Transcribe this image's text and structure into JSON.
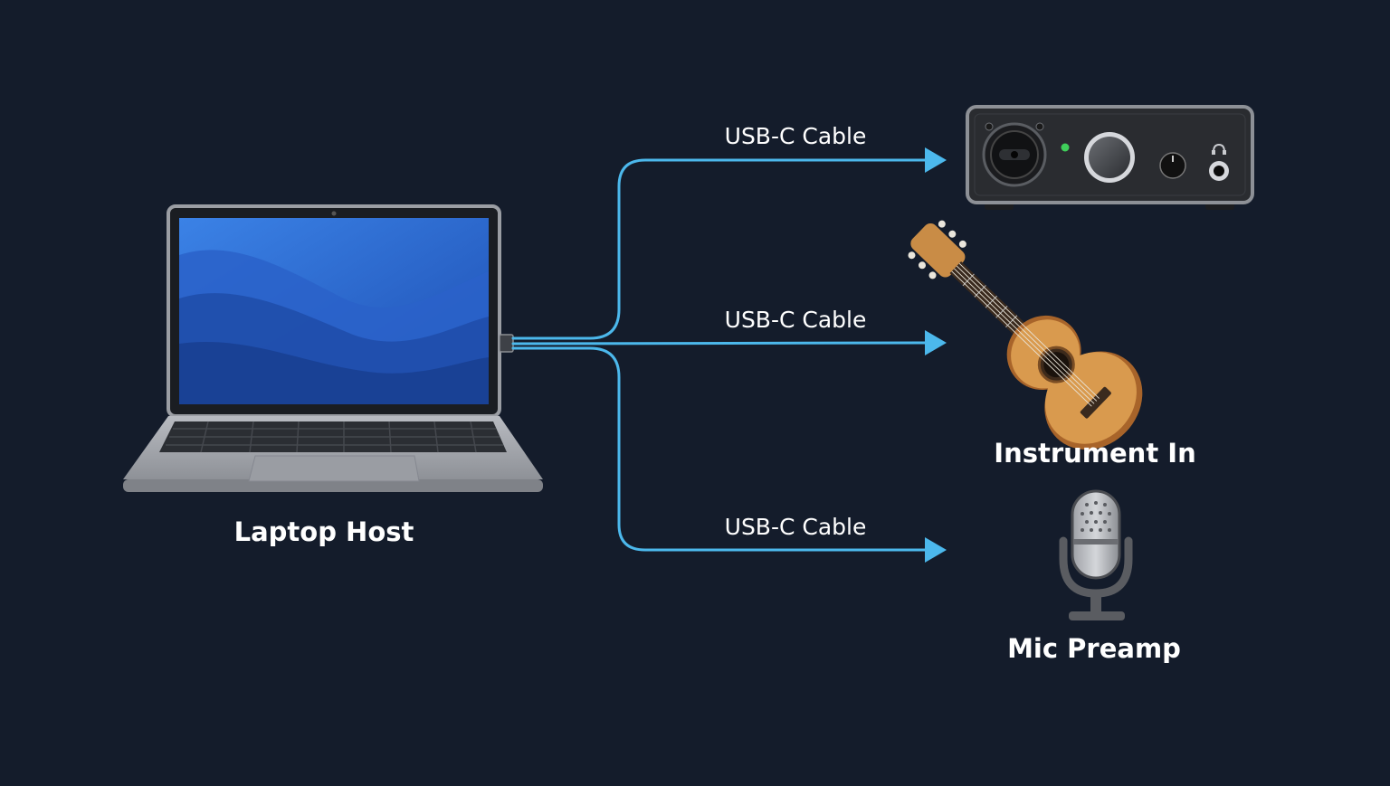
{
  "colors": {
    "background": "#141c2b",
    "cable": "#4cb8ec",
    "label": "#ffffff",
    "screen": "#2f6fd6",
    "laptop_body": "#a4a7ad",
    "interface_body": "#2a2c30",
    "guitar_body": "#d99a4e",
    "mic_body": "#5a5c61",
    "status_led": "#3fcf5a"
  },
  "nodes": {
    "laptop": {
      "label": "Laptop Host",
      "icon": "laptop-icon"
    },
    "interface": {
      "icon": "audio-interface-icon"
    },
    "guitar": {
      "label": "Instrument In",
      "icon": "acoustic-guitar-icon"
    },
    "mic": {
      "label": "Mic Preamp",
      "icon": "microphone-icon"
    }
  },
  "connections": [
    {
      "label": "USB-C Cable",
      "to": "interface"
    },
    {
      "label": "USB-C Cable",
      "to": "guitar"
    },
    {
      "label": "USB-C Cable",
      "to": "mic"
    }
  ]
}
